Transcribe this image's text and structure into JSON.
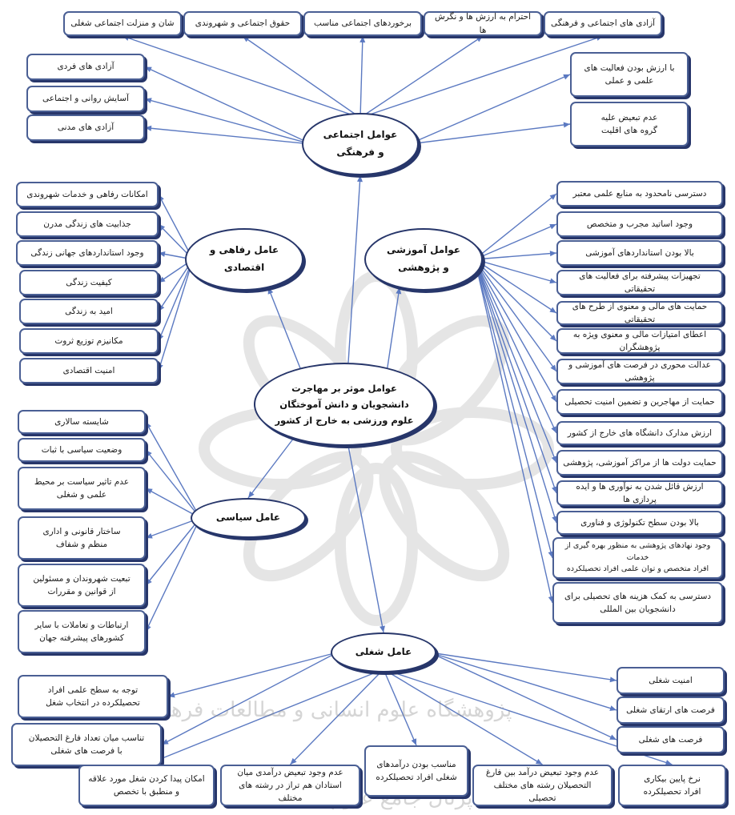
{
  "center": {
    "label": "عوامل موثر بر مهاجرت\nدانشجویان و دانش آموختگان\nعلوم ورزشی به خارج از کشور"
  },
  "social": {
    "label": "عوامل اجتماعی\nو فرهنگی",
    "top": [
      "شان و منزلت اجتماعی شغلی",
      "حقوق اجتماعی و شهروندی",
      "برخوردهای اجتماعی مناسب",
      "احترام به ارزش ها و نگرش ها",
      "آزادی های اجتماعی و فرهنگی"
    ],
    "left": [
      "آزادی های فردی",
      "آسایش روانی و اجتماعی",
      "آزادی های مدنی"
    ],
    "right": [
      "با ارزش بودن فعالیت های\nعلمی و عملی",
      "عدم تبعیض علیه\nگروه های اقلیت"
    ]
  },
  "welfare": {
    "label": "عامل رفاهی و\nاقتصادی",
    "items": [
      "امکانات رفاهی و خدمات شهروندی",
      "جذابیت های زندگی مدرن",
      "وجود استانداردهای جهانی زندگی",
      "کیفیت زندگی",
      "امید به زندگی",
      "مکانیزم توزیع ثروت",
      "امنیت اقتصادی"
    ]
  },
  "education": {
    "label": "عوامل آموزشی\nو پژوهشی",
    "items": [
      "دسترسی نامحدود به منابع علمی معتبر",
      "وجود اساتید مجرب و متخصص",
      "بالا بودن استانداردهای آموزشی",
      "تجهیزات پیشرفته برای فعالیت های تحقیقاتی",
      "حمایت های مالی و معنوی از طرح های تحقیقاتی",
      "اعطای امتیازات مالی و معنوی ویژه به پژوهشگران",
      "عدالت محوری در فرصت های آموزشی و پژوهشی",
      "حمایت از مهاجرین و تضمین امنیت تحصیلی",
      "ارزش مدارک دانشگاه های خارج از کشور",
      "حمایت دولت ها از مراکز آموزشی، پژوهشی",
      "ارزش قائل شدن به نوآوری ها و ایده پردازی ها",
      "بالا بودن سطح تکنولوژی و فناوری",
      "وجود نهادهای پژوهشی به منظور بهره گیری از خدمات\nافراد متخصص و توان علمی افراد تحصیلکرده",
      "دسترسی به کمک هزینه های تحصیلی برای\nدانشجویان بین المللی"
    ]
  },
  "political": {
    "label": "عامل سیاسی",
    "items": [
      "شایسته سالاری",
      "وضعیت سیاسی با ثبات",
      "عدم تاثیر سیاست بر محیط\nعلمی و شغلی",
      "ساختار قانونی و اداری\nمنظم و شفاف",
      "تبعیت شهروندان و مسئولین\nاز قوانین و مقررات",
      "ارتباطات و تعاملات با سایر\nکشورهای پیشرفته جهان"
    ]
  },
  "job": {
    "label": "عامل شغلی",
    "left": [
      "توجه به سطح علمی افراد\nتحصیلکرده در انتخاب شغل",
      "تناسب میان تعداد فارغ التحصیلان\nبا فرصت های شغلی"
    ],
    "right": [
      "امنیت شغلی",
      "فرصت های ارتقای شغلی",
      "فرصت های شغلی"
    ],
    "bottom": [
      "امکان پیدا کردن شغل مورد علاقه\nو منطبق با تخصص",
      "عدم وجود تبعیض درآمدی میان\nاستادان هم تراز در رشته های مختلف",
      "مناسب بودن درآمدهای\nشغلی افراد تحصیلکرده",
      "عدم وجود تبعیض درآمد بین فارغ\nالتحصیلان رشته های مختلف تحصیلی",
      "نرخ پایین بیکاری\nافراد تحصیلکرده"
    ]
  },
  "watermark": {
    "line1": "پژوهشگاه علوم انسانی و مطالعات فرهنگی",
    "line2": "پرتال جامع علوم انسانی"
  },
  "colors": {
    "border": "#4a5f94",
    "shadow": "#27366a",
    "connector": "#5b79c1"
  }
}
